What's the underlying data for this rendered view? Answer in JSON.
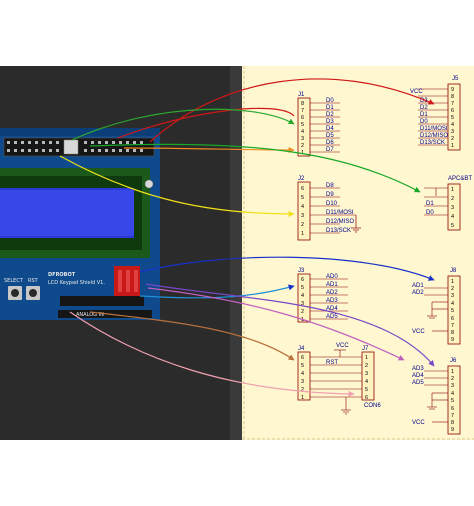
{
  "board": {
    "robot_logo": "DFROBOT",
    "subtitle": "LCD Keypad Shield V1.",
    "analog_label": "ANALOG IN",
    "button_labels": [
      "SELECT",
      "RST"
    ]
  },
  "connectors": [
    {
      "ref": "J1",
      "pins": [
        "8",
        "7",
        "6",
        "5",
        "4",
        "3",
        "2",
        "1"
      ],
      "nets": [
        "D0",
        "D1",
        "D2",
        "D3",
        "D4",
        "D5",
        "D6",
        "D7"
      ]
    },
    {
      "ref": "J2",
      "pins": [
        "6",
        "5",
        "4",
        "3",
        "2",
        "1"
      ],
      "nets": [
        "D8",
        "D9",
        "D10",
        "D11/MOSI",
        "D12/MISO",
        "D13/SCK"
      ]
    },
    {
      "ref": "J3",
      "pins": [
        "6",
        "5",
        "4",
        "3",
        "2",
        "1"
      ],
      "nets": [
        "AD0",
        "AD1",
        "AD2",
        "AD3",
        "AD4",
        "AD5"
      ]
    },
    {
      "ref": "J4",
      "pins": [
        "6",
        "5",
        "4",
        "3",
        "2",
        "1"
      ],
      "nets": [
        "RST",
        "VCC"
      ]
    },
    {
      "ref": "J7",
      "pins": [
        "1",
        "2",
        "3",
        "4",
        "5",
        "6"
      ],
      "label": "CON6"
    },
    {
      "ref": "J5",
      "pins": [
        "9",
        "8",
        "7",
        "6",
        "5",
        "4",
        "3",
        "2",
        "1"
      ],
      "nets": [
        "VCC",
        "D3",
        "D2",
        "D1",
        "D0",
        "D11/MOSI",
        "D12/MISO",
        "D13/SCK"
      ]
    },
    {
      "ref": "APC&BT",
      "pins": [
        "1",
        "2",
        "3",
        "4",
        "5"
      ],
      "nets": [
        "D1",
        "D0"
      ]
    },
    {
      "ref": "J8",
      "pins": [
        "1",
        "2",
        "3",
        "4",
        "5",
        "6",
        "7",
        "8",
        "9"
      ],
      "nets": [
        "AD1",
        "AD2",
        "VCC"
      ]
    },
    {
      "ref": "J6",
      "pins": [
        "1",
        "2",
        "3",
        "4",
        "5",
        "6",
        "7",
        "8",
        "9"
      ],
      "nets": [
        "AD3",
        "AD4",
        "AD5",
        "VCC"
      ]
    }
  ],
  "vcc_label": "VCC",
  "arrow_colors": [
    "#d01818",
    "#2aa830",
    "#f08a20",
    "#18a828",
    "#f0e018",
    "#1830c8",
    "#7848c8",
    "#c060c0",
    "#b8703c",
    "#f0a0b0"
  ]
}
